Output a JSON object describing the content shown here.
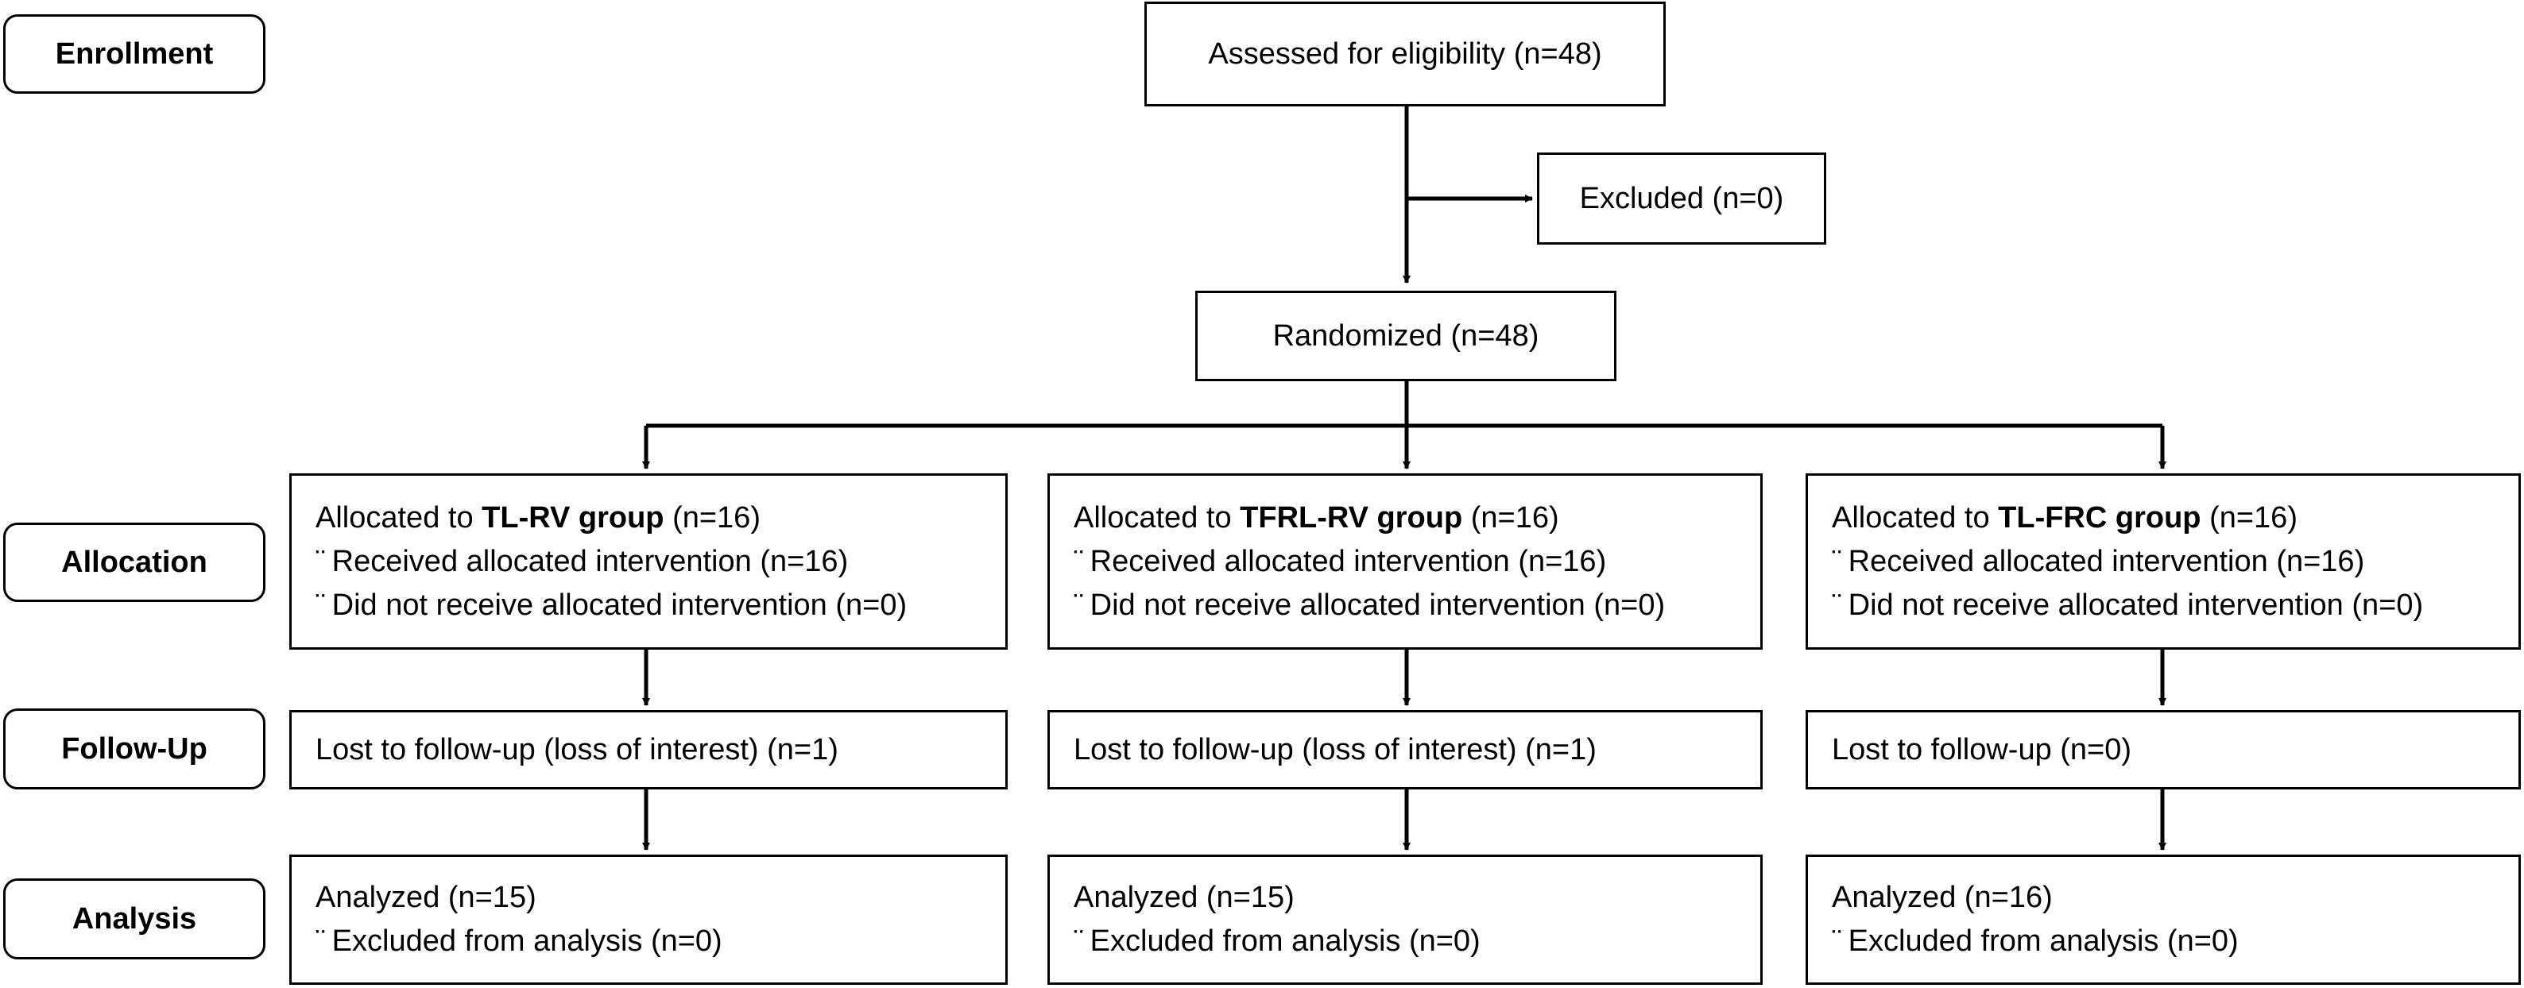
{
  "stages": {
    "enrollment": "Enrollment",
    "allocation": "Allocation",
    "follow_up": "Follow-Up",
    "analysis": "Analysis"
  },
  "assessed": "Assessed for eligibility (n=48)",
  "excluded": "Excluded  (n=0)",
  "randomized": "Randomized (n=48)",
  "bullet_glyph": "¨",
  "groups": [
    {
      "allocated_prefix": "Allocated to ",
      "group_name": "TL-RV group",
      "allocated_count": " (n=16)",
      "received": "Received allocated intervention (n=16)",
      "not_received": "Did not receive allocated intervention (n=0)",
      "lost": "Lost to follow-up (loss of interest) (n=1)",
      "analyzed": "Analyzed  (n=15)",
      "excluded_analysis": "Excluded from analysis (n=0)"
    },
    {
      "allocated_prefix": "Allocated to ",
      "group_name": "TFRL-RV group",
      "allocated_count": " (n=16)",
      "received": "Received allocated intervention (n=16)",
      "not_received": "Did not receive allocated intervention (n=0)",
      "lost": "Lost to follow-up (loss of interest) (n=1)",
      "analyzed": "Analyzed  (n=15)",
      "excluded_analysis": "Excluded from analysis (n=0)"
    },
    {
      "allocated_prefix": "Allocated to ",
      "group_name": "TL-FRC group",
      "allocated_count": " (n=16)",
      "received": "Received allocated intervention (n=16)",
      "not_received": "Did not receive allocated intervention (n=0)",
      "lost": "Lost to follow-up (n=0)",
      "analyzed": "Analyzed  (n=16)",
      "excluded_analysis": "Excluded from analysis (n=0)"
    }
  ]
}
